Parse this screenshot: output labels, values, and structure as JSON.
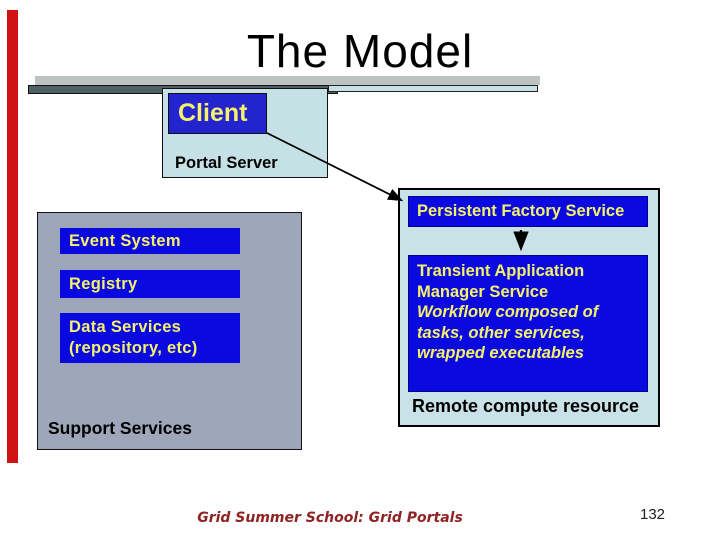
{
  "slide": {
    "title": "The Model",
    "footer": "Grid Summer School: Grid Portals",
    "page_number": "132"
  },
  "portal": {
    "client_label": "Client",
    "server_label": "Portal Server"
  },
  "support": {
    "caption": "Support Services",
    "services": [
      {
        "label": "Event System"
      },
      {
        "label": "Registry"
      },
      {
        "label": "Data Services (repository, etc)",
        "lines": [
          "Data Services",
          "(repository, etc)"
        ]
      }
    ]
  },
  "remote": {
    "factory_label": "Persistent Factory Service",
    "manager_lines": [
      "Transient Application",
      "Manager Service"
    ],
    "workflow_lines": [
      "Workflow composed of",
      "tasks, other services,",
      "wrapped executables"
    ],
    "caption": "Remote compute resource"
  },
  "colors": {
    "service_box_blue": "#0a0ae0",
    "client_box_blue": "#2424ce",
    "label_yellow": "#f5f16b",
    "panel_light_blue": "#c5e1e6",
    "remote_panel_blue": "#c8e2e7",
    "support_panel_gray": "#9da7b9",
    "rule_light_gray": "#bec2c2",
    "rule_dark_slate": "#4e6264",
    "footer_dark_red": "#8f2323",
    "left_accent_red": "#d01212"
  }
}
